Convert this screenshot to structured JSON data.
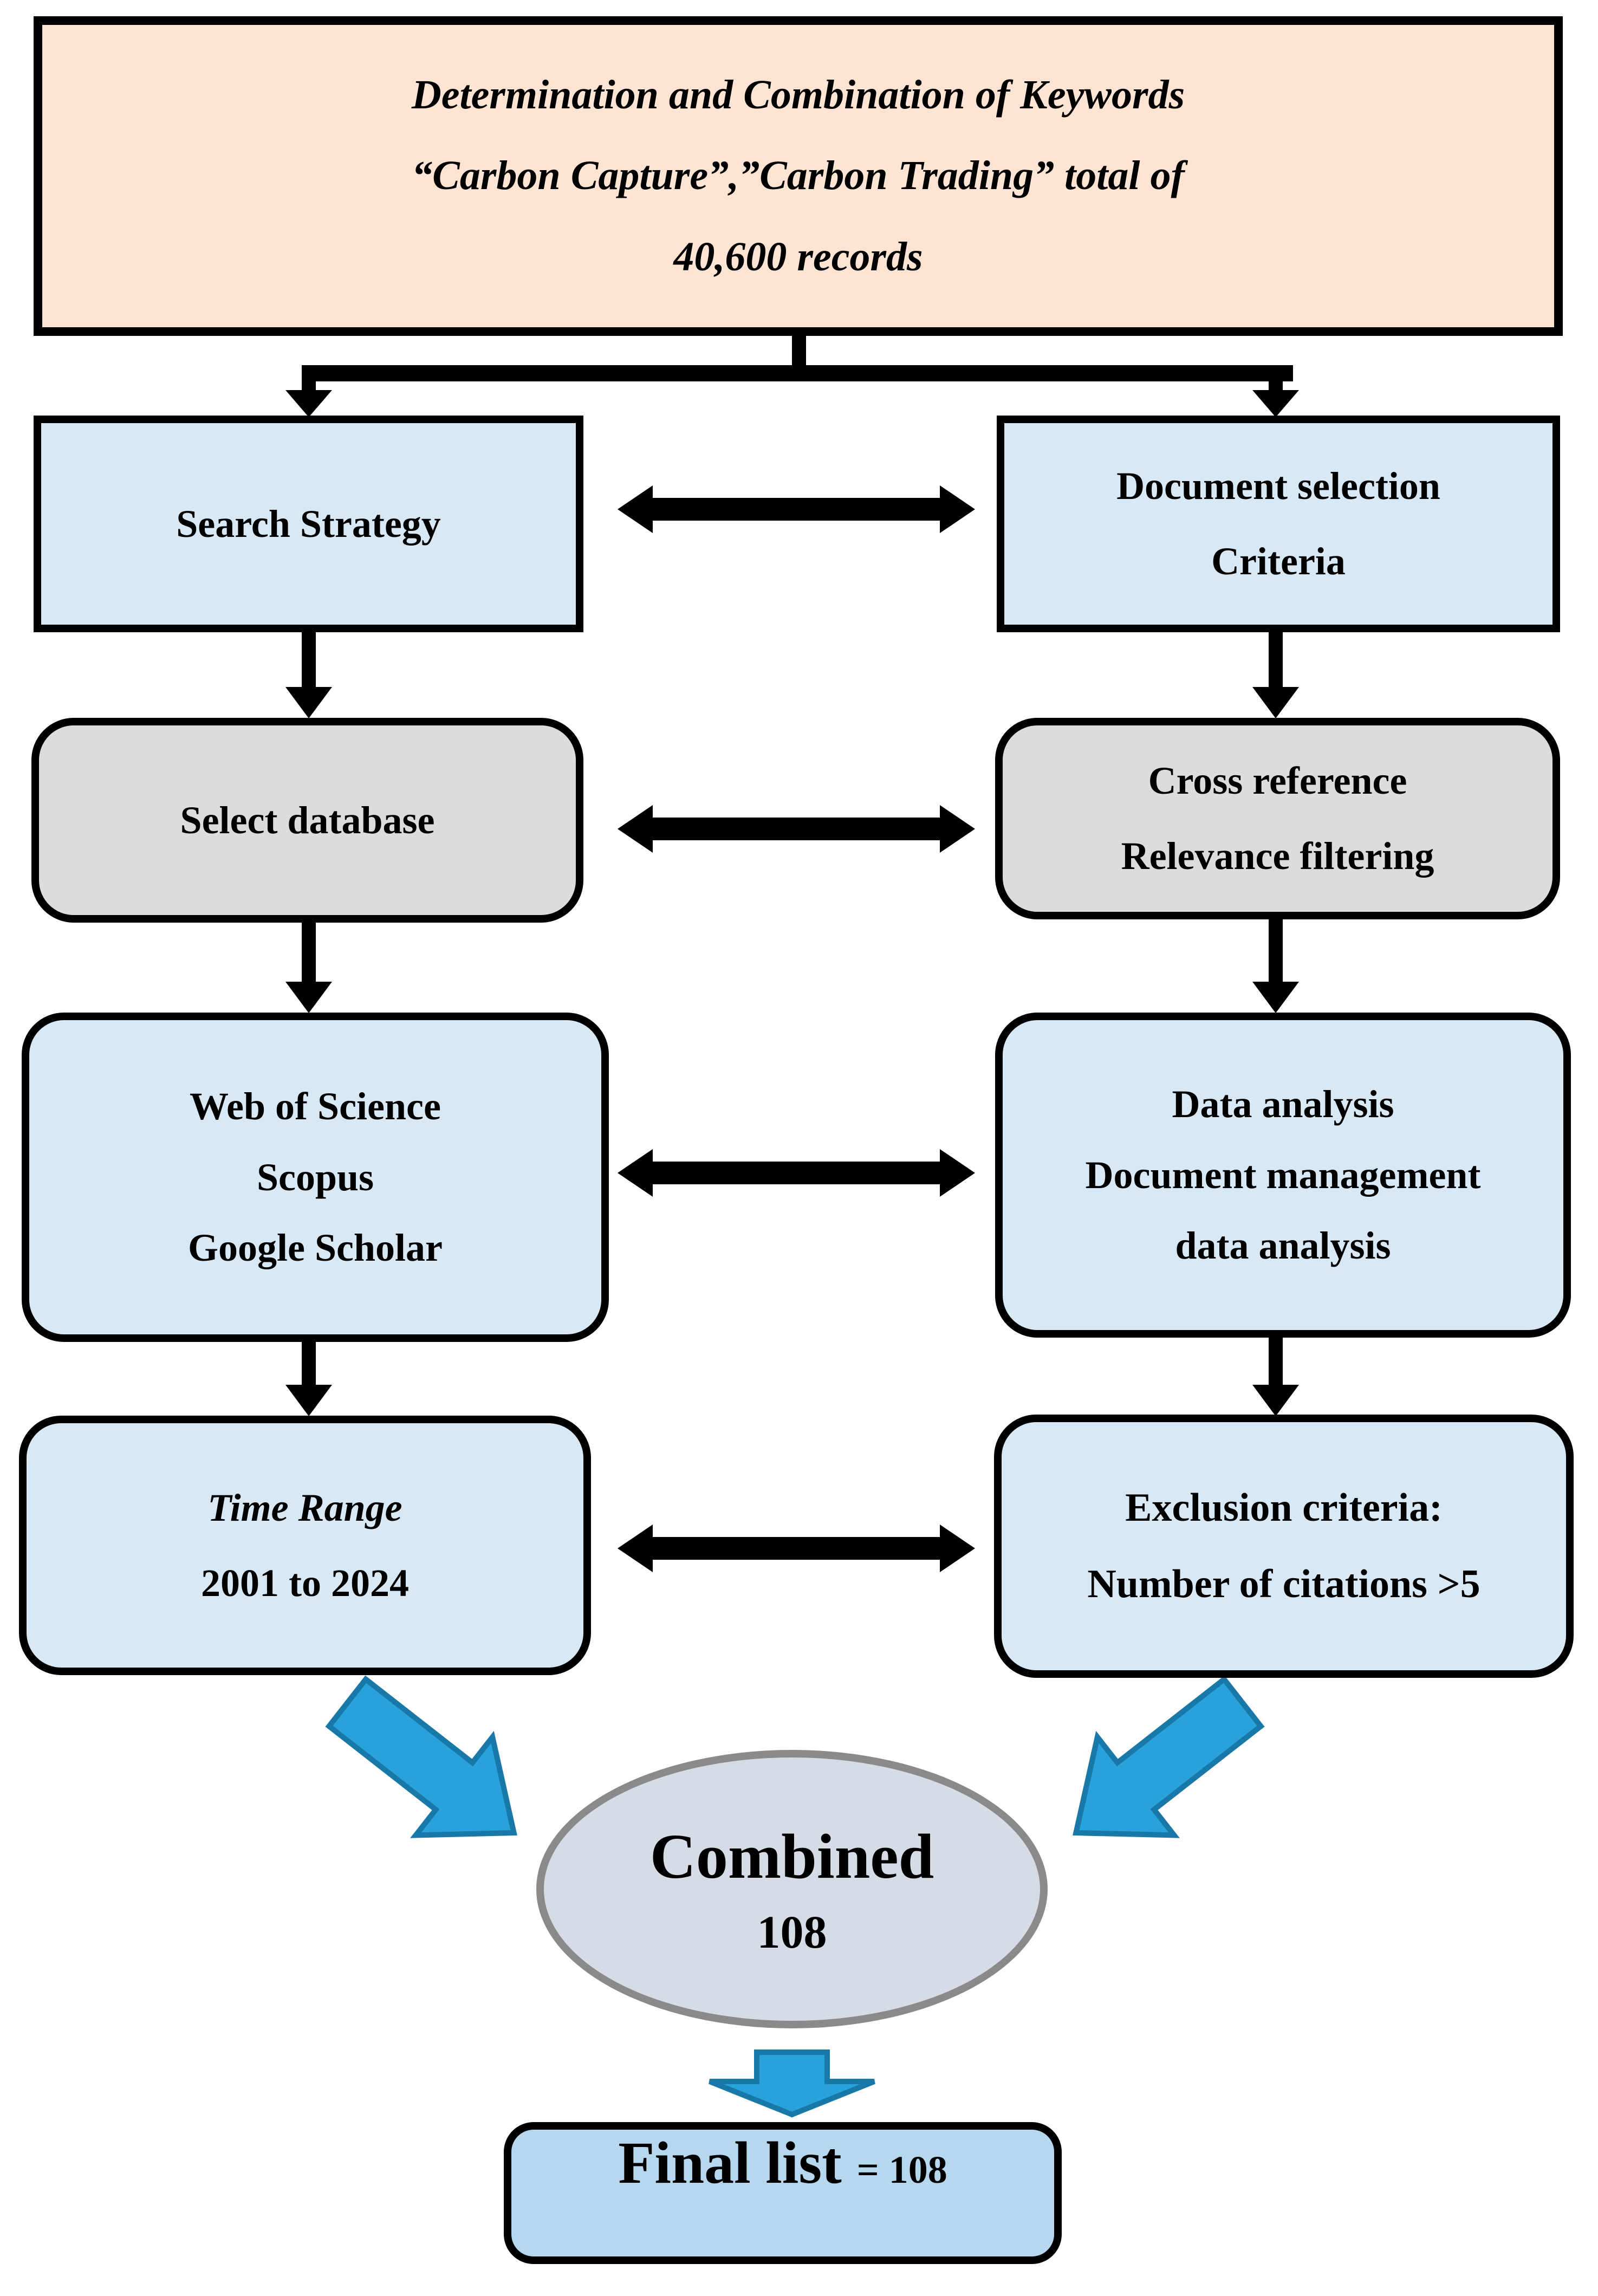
{
  "title_box": {
    "line1": "Determination and Combination of Keywords",
    "line2": "“Carbon Capture”,”Carbon Trading” total of",
    "line3": "40,600 records"
  },
  "left_column": {
    "search_strategy": {
      "label": "Search Strategy"
    },
    "select_database": {
      "label": "Select database"
    },
    "databases": {
      "line1": "Web of Science",
      "line2": "Scopus",
      "line3": "Google Scholar"
    },
    "time_range": {
      "line1": "Time Range",
      "line2": "2001 to 2024"
    }
  },
  "right_column": {
    "document_selection": {
      "line1": "Document selection",
      "line2": "Criteria"
    },
    "cross_reference": {
      "line1": "Cross reference",
      "line2": "Relevance filtering"
    },
    "data_analysis": {
      "line1": "Data analysis",
      "line2": "Document management",
      "line3": "data analysis"
    },
    "exclusion_criteria": {
      "line1": "Exclusion criteria:",
      "line2": "Number of citations >5"
    }
  },
  "combined_ellipse": {
    "label": "Combined",
    "count": "108"
  },
  "final_box": {
    "label": "Final list",
    "value": "= 108"
  },
  "colors": {
    "title_box_fill": "#FDE4D3",
    "process_box_fill": "#D9E8F5",
    "neutral_box_fill": "#DCDCDC",
    "combined_ellipse_fill": "#D6DCE5",
    "combined_ellipse_border": "#8A8A8A",
    "final_box_fill": "#B5D8EE",
    "connector_color": "#000000",
    "highlight_arrow_fill": "#29A2DB",
    "highlight_arrow_border": "#1878A8"
  }
}
